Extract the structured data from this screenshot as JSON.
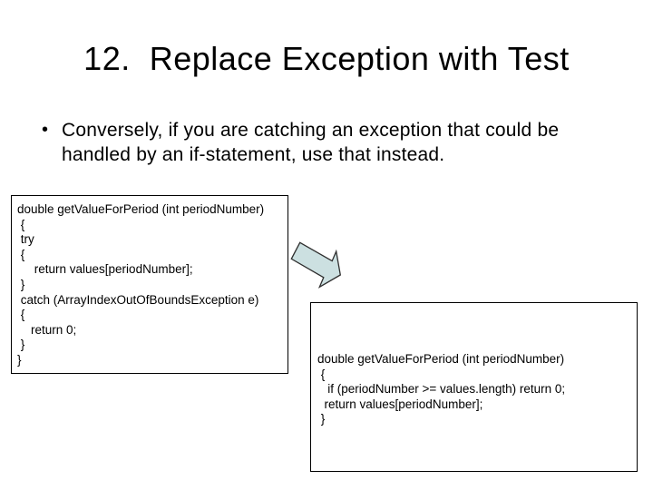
{
  "slide": {
    "title": "12.  Replace Exception with Test",
    "bullet": {
      "marker": "•",
      "text": "Conversely, if you are catching an exception that could be handled by an if-statement, use that instead."
    },
    "code_before": "double getValueForPeriod (int periodNumber)\n {\n try\n {\n     return values[periodNumber];\n }\n catch (ArrayIndexOutOfBoundsException e)\n {\n    return 0;\n }\n}",
    "code_after": "double getValueForPeriod (int periodNumber)\n {\n   if (periodNumber >= values.length) return 0;\n  return values[periodNumber];\n }",
    "icons": {
      "arrow": "block-arrow-down-right"
    },
    "colors": {
      "background": "#ffffff",
      "text": "#000000",
      "box_border": "#000000",
      "arrow_fill": "#cce0e1",
      "arrow_stroke": "#2e2e2e"
    }
  }
}
